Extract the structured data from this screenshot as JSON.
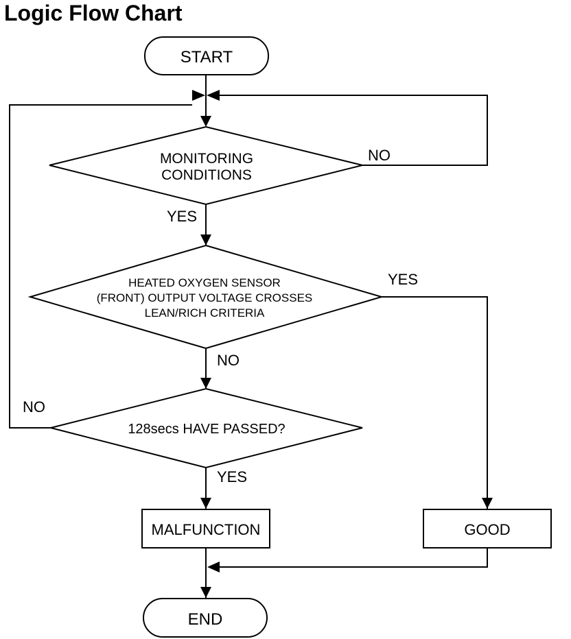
{
  "title": "Logic Flow Chart",
  "nodes": {
    "start": "START",
    "monitoring_line1": "MONITORING",
    "monitoring_line2": "CONDITIONS",
    "sensor_line1": "HEATED OXYGEN SENSOR",
    "sensor_line2": "(FRONT) OUTPUT VOLTAGE CROSSES",
    "sensor_line3": "LEAN/RICH CRITERIA",
    "timer": "128secs HAVE PASSED?",
    "malfunction": "MALFUNCTION",
    "good": "GOOD",
    "end": "END"
  },
  "edges": {
    "monitoring_no": "NO",
    "monitoring_yes": "YES",
    "sensor_yes": "YES",
    "sensor_no": "NO",
    "timer_no": "NO",
    "timer_yes": "YES"
  },
  "colors": {
    "stroke": "#000000",
    "background": "#ffffff"
  }
}
